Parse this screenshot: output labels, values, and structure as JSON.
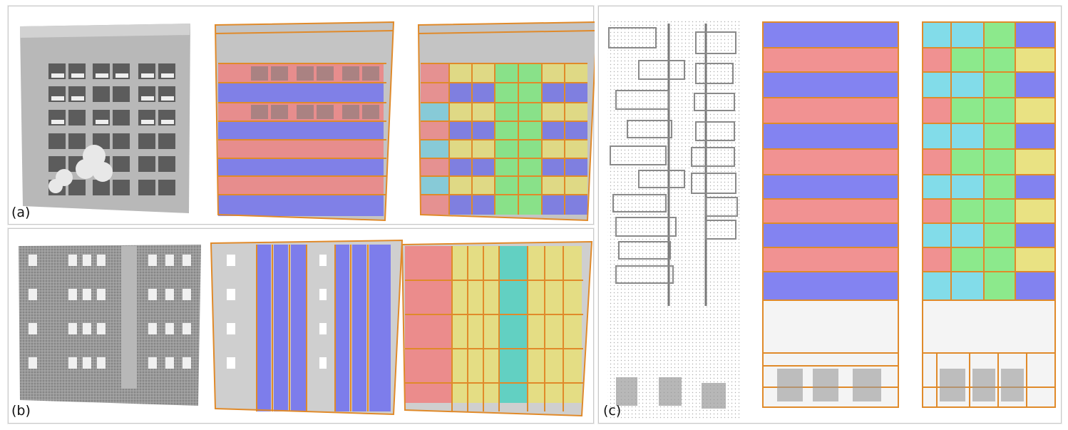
{
  "labels": {
    "a": "(a)",
    "b": "(b)",
    "c": "(c)"
  },
  "colors": {
    "frame": "#e08a2a",
    "point_cloud": "#8a8a8a",
    "red": "#f08080",
    "blue": "#6f6ff0",
    "cyan": "#6fd8e8",
    "green": "#7ae87a",
    "yellow": "#e8e070",
    "teal": "#4fd0c0"
  }
}
